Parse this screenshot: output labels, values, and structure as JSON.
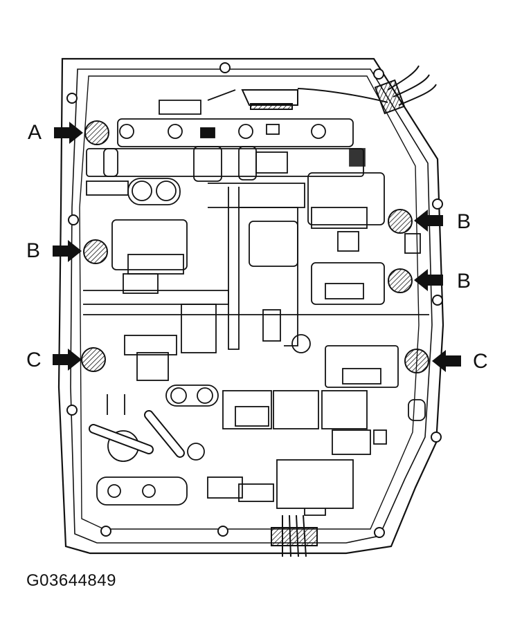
{
  "labels": {
    "a": "A",
    "b_left": "B",
    "b_right_top": "B",
    "b_right_bottom": "B",
    "c_left": "C",
    "c_right": "C"
  },
  "figure_code": "G03644849",
  "colors": {
    "ink": "#111111",
    "background": "#ffffff"
  }
}
